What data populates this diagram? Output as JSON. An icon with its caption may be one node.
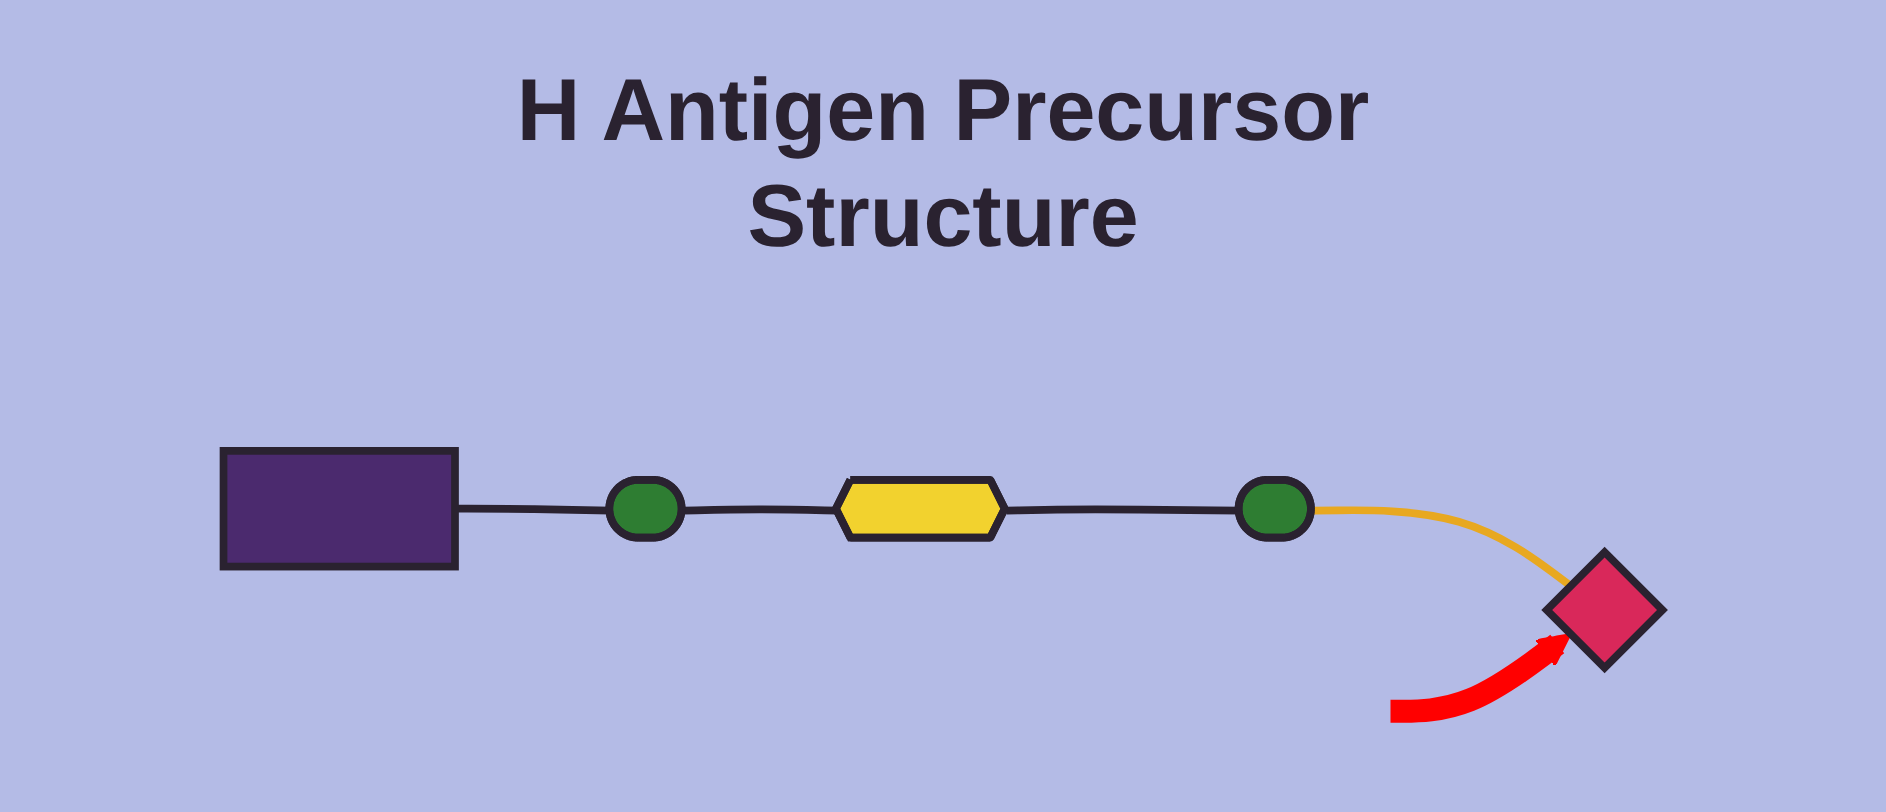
{
  "diagram": {
    "title": "H Antigen Precursor Structure",
    "nodes": [
      {
        "text": [],
        "shape": "box"
      },
      {
        "text": [],
        "shape": "ellipse"
      },
      {
        "text": [],
        "shape": "hexagon"
      },
      {
        "text": [],
        "shape": "ellipse"
      },
      {
        "text": [],
        "shape": "diamond"
      }
    ],
    "edges": [
      {
        "from": 0,
        "to": 1,
        "arrow": "none"
      },
      {
        "from": 1,
        "to": 2,
        "arrow": "none"
      },
      {
        "from": 2,
        "to": 3,
        "arrow": "none"
      },
      {
        "from": 3,
        "to": 4,
        "arrow": "none",
        "color": "#e8a820"
      },
      {
        "from": null,
        "to": 4,
        "arrow": "to",
        "style": "thick",
        "color": "#ff0000"
      }
    ]
  }
}
